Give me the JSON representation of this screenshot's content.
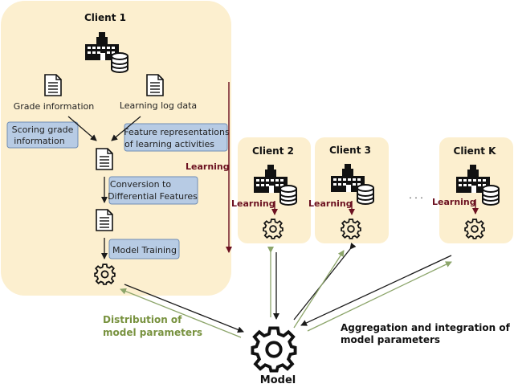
{
  "clients": [
    {
      "title": "Client 1"
    },
    {
      "title": "Client 2"
    },
    {
      "title": "Client 3"
    },
    {
      "title": "Client K"
    }
  ],
  "client1": {
    "grade_info": "Grade information",
    "learning_log": "Learning log data",
    "scoring_line1": "Scoring grade",
    "scoring_line2": "information",
    "feature_line1": "Feature representations",
    "feature_line2": "of learning activities",
    "conversion_line1": "Conversion to",
    "conversion_line2": "Differential Features",
    "model_training": "Model Training"
  },
  "learning_label": "Learning",
  "ellipsis": "· · ·",
  "distribution_line1": "Distribution of",
  "distribution_line2": "model parameters",
  "aggregation_line1": "Aggregation and integration of",
  "aggregation_line2": "model parameters",
  "model_label": "Model",
  "colors": {
    "client_bg": "#fcefcf",
    "note_fill": "#b7cbe4",
    "learning": "#6b1020",
    "distribution": "#78923f"
  },
  "icons": [
    "building-database-icon",
    "document-icon",
    "gear-icon",
    "arrow-icon"
  ]
}
